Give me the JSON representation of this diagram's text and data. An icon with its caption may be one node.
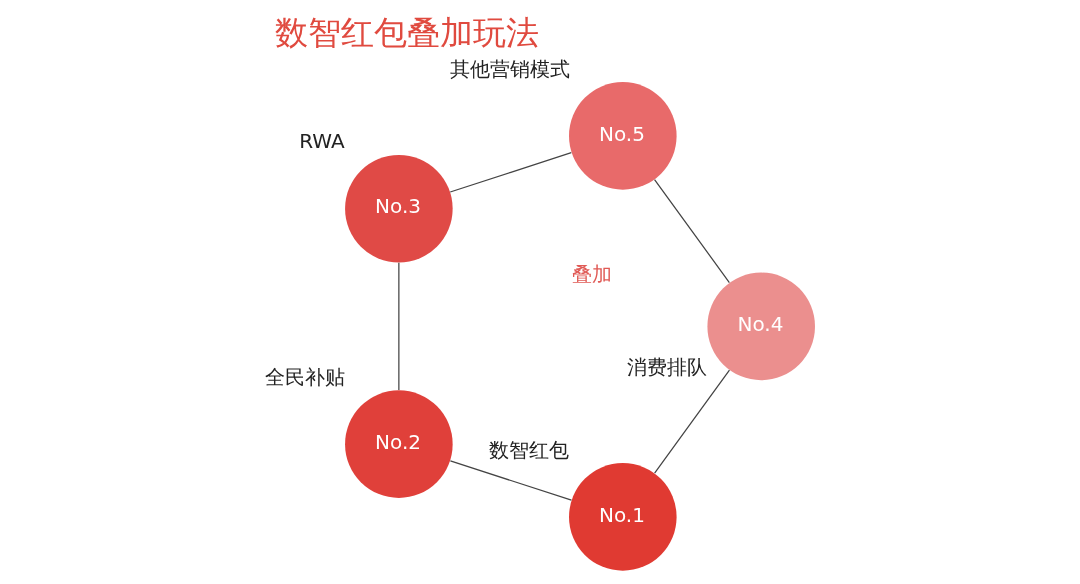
{
  "diagram": {
    "title": "数智红包叠加玩法",
    "nodes": [
      {
        "text": [
          "No.1"
        ],
        "beside": [
          "数智红包"
        ]
      },
      {
        "text": [
          "No.2"
        ],
        "beside": [
          "全民补贴"
        ]
      },
      {
        "text": [
          "No.3"
        ],
        "beside": [
          "RWA"
        ]
      },
      {
        "text": [
          "No.4"
        ],
        "beside": [
          "消费排队"
        ]
      },
      {
        "text": [
          "No.5"
        ],
        "beside": [
          "其他营销模式"
        ]
      }
    ],
    "edges": [
      {
        "from": 0,
        "to": 1,
        "arrow": "none"
      },
      {
        "from": 1,
        "to": 2,
        "arrow": "none"
      },
      {
        "from": 2,
        "to": 4,
        "arrow": "none"
      },
      {
        "from": 4,
        "to": 3,
        "arrow": "none"
      },
      {
        "from": 3,
        "to": 0,
        "arrow": "none"
      }
    ],
    "labels": [
      "叠加"
    ]
  }
}
